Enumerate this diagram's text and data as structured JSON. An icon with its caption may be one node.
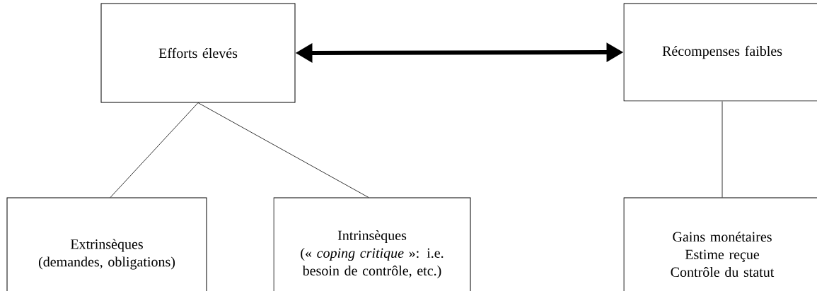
{
  "diagram": {
    "nodes": [
      {
        "text": [
          "Efforts élevés"
        ]
      },
      {
        "text": [
          "Récompenses faibles"
        ]
      },
      {
        "text": [
          "Extrinsèques",
          "(demandes, obligations)"
        ]
      },
      {
        "text": [
          "Intrinsèques",
          "(« *coping critique* »: i.e. besoin de contrôle, etc.)"
        ]
      },
      {
        "text": [
          "Gains monétaires",
          "Estime reçue",
          "Contrôle du statut"
        ]
      }
    ],
    "edges": [
      {
        "from": 0,
        "to": 1,
        "arrow": "both",
        "style": "thick"
      },
      {
        "from": 0,
        "to": 2,
        "arrow": "none"
      },
      {
        "from": 0,
        "to": 3,
        "arrow": "none"
      },
      {
        "from": 1,
        "to": 4,
        "arrow": "none"
      }
    ]
  }
}
